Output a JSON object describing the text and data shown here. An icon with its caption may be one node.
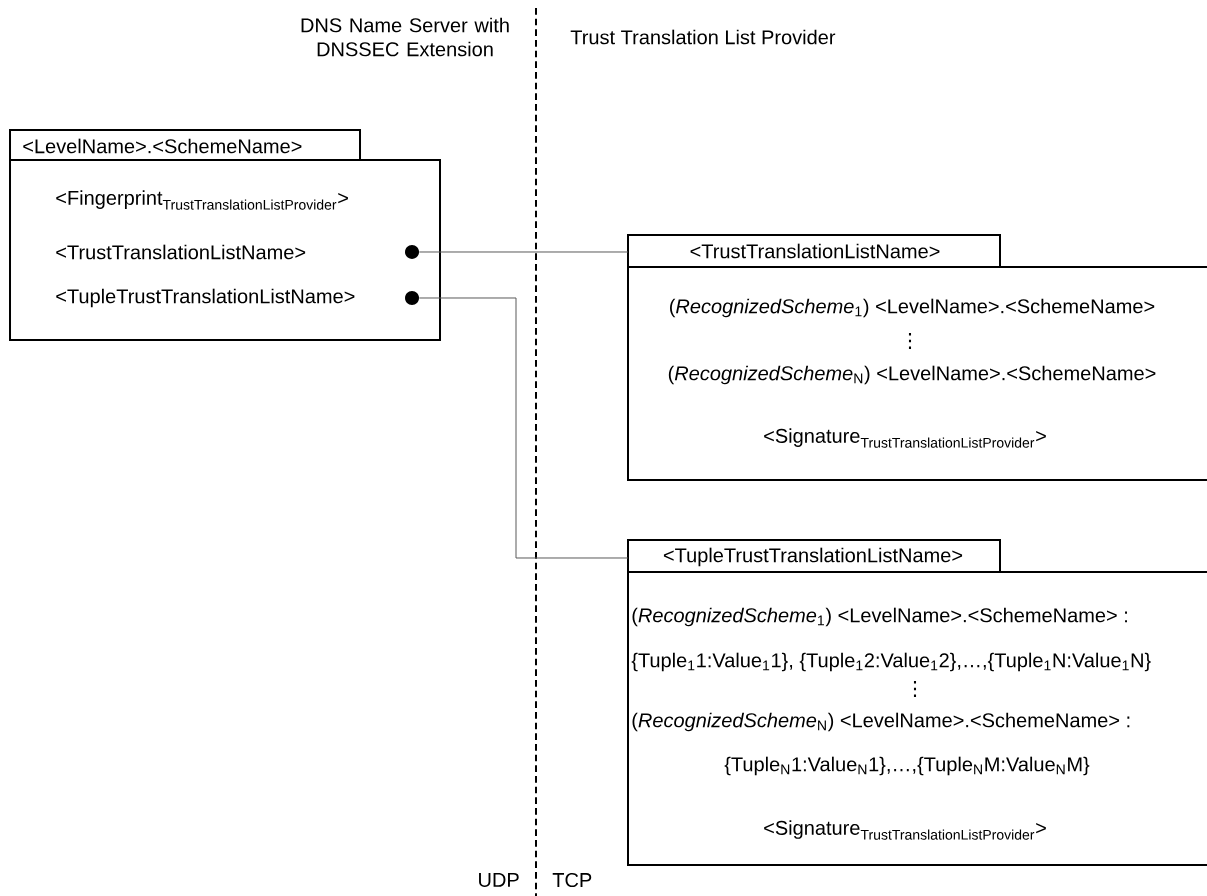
{
  "diagram": {
    "nodes": [
      {
        "text": [
          "<LevelName>.<SchemeName>",
          "\\text{<Fingerprint}_{\\text{TrustTranslationListProvider}}\\text{>}",
          "<TrustTranslationListName>",
          "<TupleTrustTranslationListName>"
        ]
      },
      {
        "text": [],
        "shape": "circle",
        "in": 0
      },
      {
        "text": [],
        "shape": "circle",
        "in": 0
      },
      {
        "text": [
          "<TrustTranslationListName>",
          "(*RecognizedScheme*$_{1}$) <LevelName>.<SchemeName>",
          "⋮",
          "(*RecognizedScheme*$_{N}$) <LevelName>.<SchemeName>",
          "\\text{<Signature}_{\\text{TrustTranslationListProvider}}\\text{>}"
        ]
      },
      {
        "text": [
          "<TupleTrustTranslationListName>",
          "(*RecognizedScheme*$_{1}$) <LevelName>.<SchemeName> :",
          "{Tuple$_{1}$1:Value$_{1}$1}, {Tuple$_{1}$2:Value$_{1}$2},…,{Tuple$_{1}$N:Value$_{1}$N}",
          "⋮",
          "(*RecognizedScheme*$_{N}$) <LevelName>.<SchemeName> :",
          "{Tuple$_{N}$1:Value$_{N}$1},…,{Tuple$_{N}$M:Value$_{N}$M}",
          "\\text{<Signature}_{\\text{TrustTranslationListProvider}}\\text{>}"
        ]
      }
    ],
    "edges": [
      {
        "from": 1,
        "to": 3,
        "arrow": "none"
      },
      {
        "from": 2,
        "to": 4,
        "arrow": "none"
      }
    ],
    "labels": [
      "DNS Name Server with DNSSEC Extension",
      "Trust Translation List Provider",
      "UDP",
      "TCP"
    ]
  }
}
